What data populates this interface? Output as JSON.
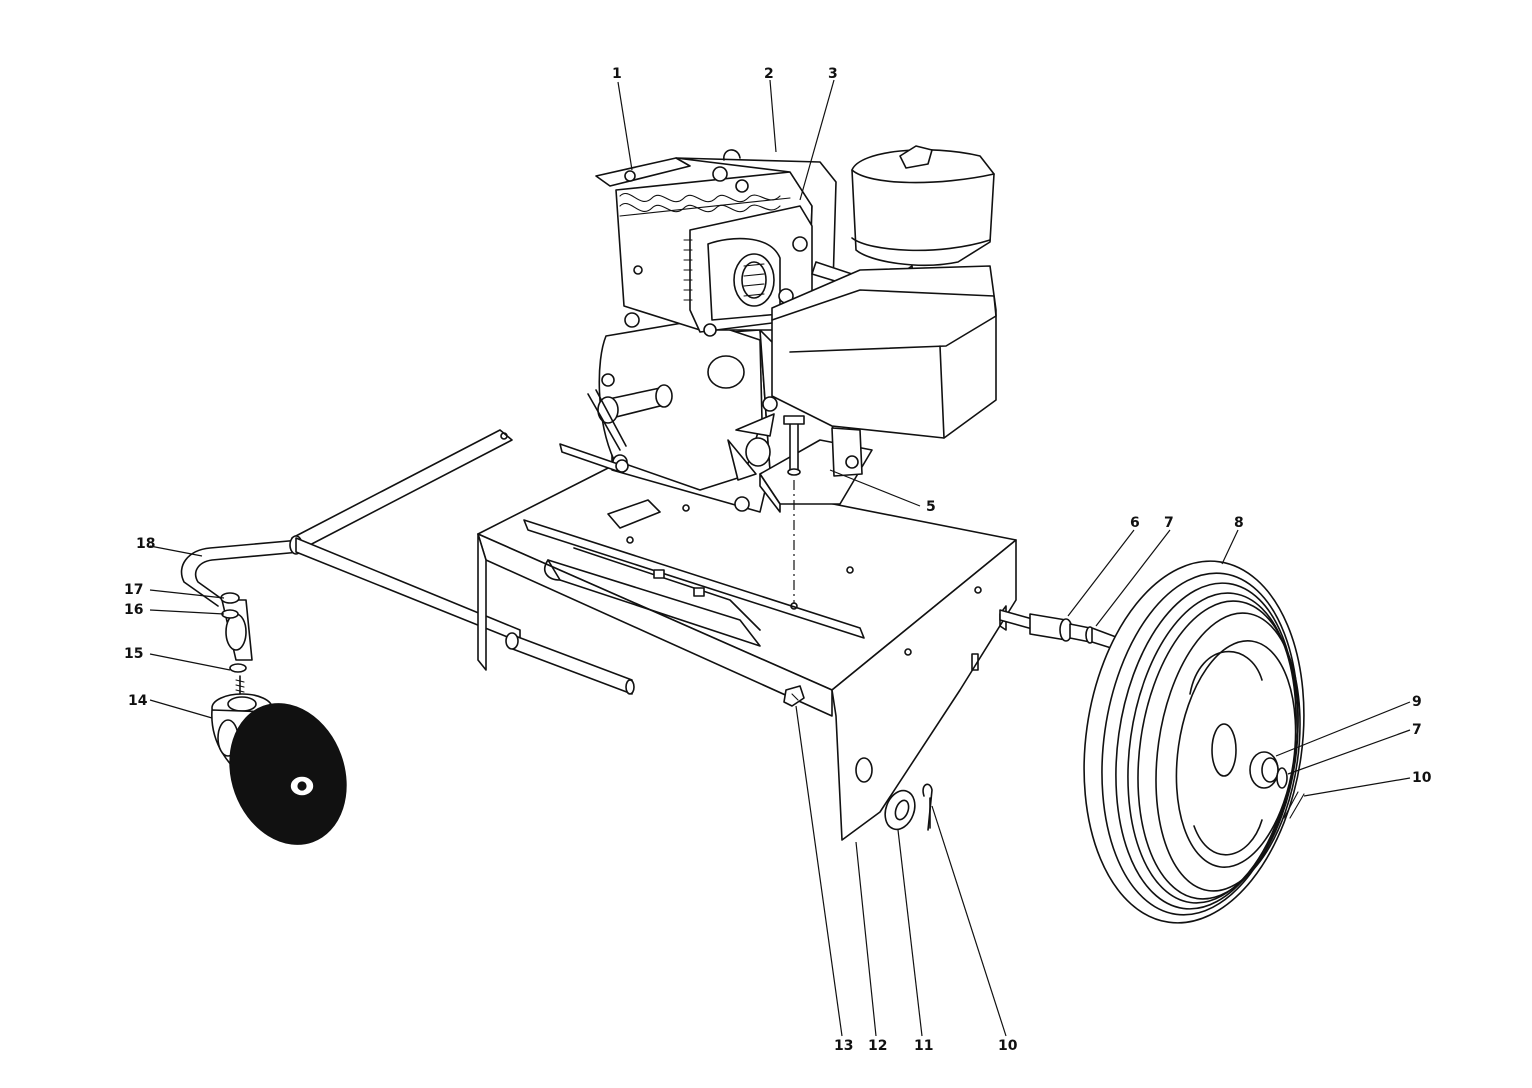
{
  "callouts": [
    {
      "key": "c1",
      "number": "1"
    },
    {
      "key": "c2",
      "number": "2"
    },
    {
      "key": "c3",
      "number": "3"
    },
    {
      "key": "c5",
      "number": "5"
    },
    {
      "key": "c6",
      "number": "6"
    },
    {
      "key": "c7a",
      "number": "7"
    },
    {
      "key": "c8",
      "number": "8"
    },
    {
      "key": "c9",
      "number": "9"
    },
    {
      "key": "c7b",
      "number": "7"
    },
    {
      "key": "c10a",
      "number": "10"
    },
    {
      "key": "c10b",
      "number": "10"
    },
    {
      "key": "c11",
      "number": "11"
    },
    {
      "key": "c12",
      "number": "12"
    },
    {
      "key": "c13",
      "number": "13"
    },
    {
      "key": "c14",
      "number": "14"
    },
    {
      "key": "c15",
      "number": "15"
    },
    {
      "key": "c16",
      "number": "16"
    },
    {
      "key": "c17",
      "number": "17"
    },
    {
      "key": "c18",
      "number": "18"
    }
  ]
}
